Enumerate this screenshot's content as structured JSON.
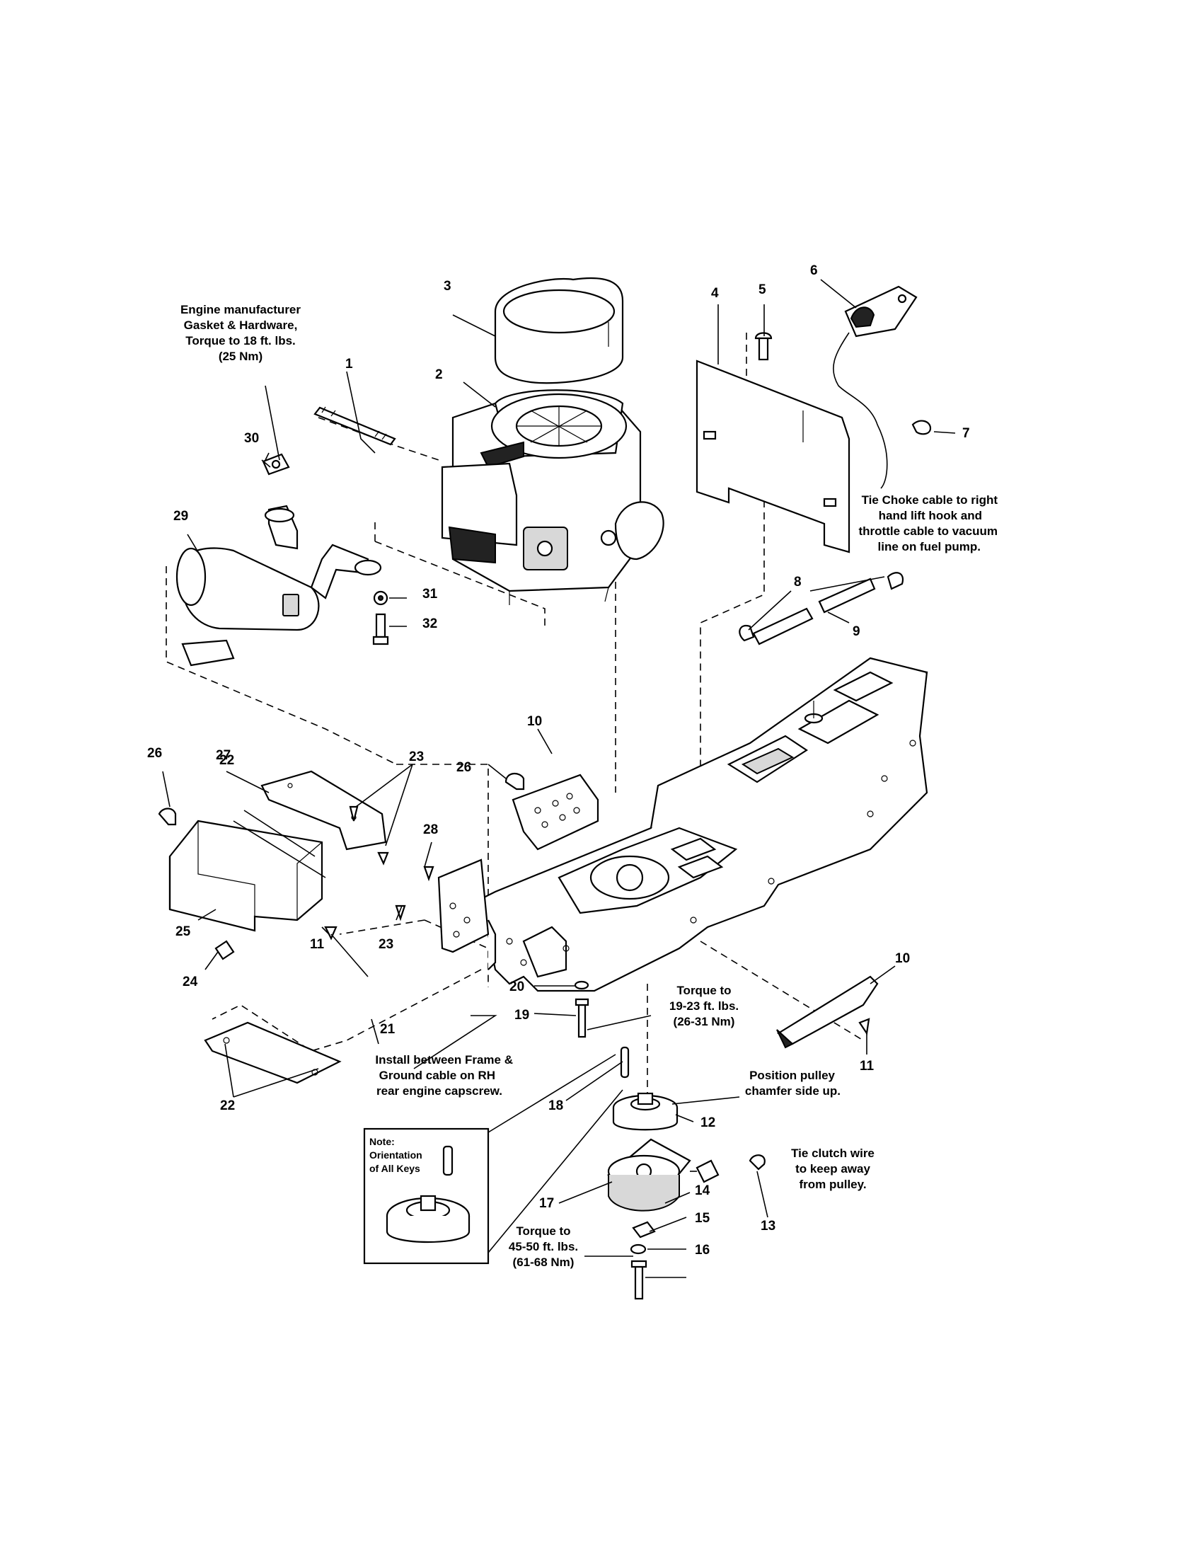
{
  "callouts": {
    "c1": "1",
    "c2": "2",
    "c3": "3",
    "c4": "4",
    "c5": "5",
    "c6": "6",
    "c7": "7",
    "c8": "8",
    "c9": "9",
    "c10a": "10",
    "c10b": "10",
    "c11a": "11",
    "c11b": "11",
    "c12": "12",
    "c13": "13",
    "c14": "14",
    "c15": "15",
    "c16": "16",
    "c17": "17",
    "c18": "18",
    "c19": "19",
    "c20": "20",
    "c21": "21",
    "c22a": "22",
    "c22b": "22",
    "c23a": "23",
    "c23b": "23",
    "c24": "24",
    "c25": "25",
    "c26a": "26",
    "c26b": "26",
    "c27": "27",
    "c28": "28",
    "c29": "29",
    "c30": "30",
    "c31": "31",
    "c32": "32"
  },
  "notes": {
    "engine_gasket": [
      "Engine manufacturer",
      "Gasket & Hardware,",
      "Torque to 18 ft. lbs.",
      "(25 Nm)"
    ],
    "choke_cable": [
      "Tie Choke cable to right",
      "hand lift hook and",
      "throttle cable to vacuum",
      "line on fuel pump."
    ],
    "torque_19_23": [
      "Torque to",
      "19-23 ft. lbs.",
      "(26-31 Nm)"
    ],
    "install_between": [
      "Install between Frame &",
      "Ground cable on RH",
      "rear engine capscrew."
    ],
    "position_pulley": [
      "Position pulley",
      "chamfer side up."
    ],
    "tie_clutch": [
      "Tie clutch wire",
      "to keep away",
      "from pulley."
    ],
    "torque_45_50": [
      "Torque to",
      "45-50 ft. lbs.",
      "(61-68 Nm)"
    ],
    "note_box": [
      "Note:",
      "Orientation",
      "of All Keys"
    ]
  }
}
